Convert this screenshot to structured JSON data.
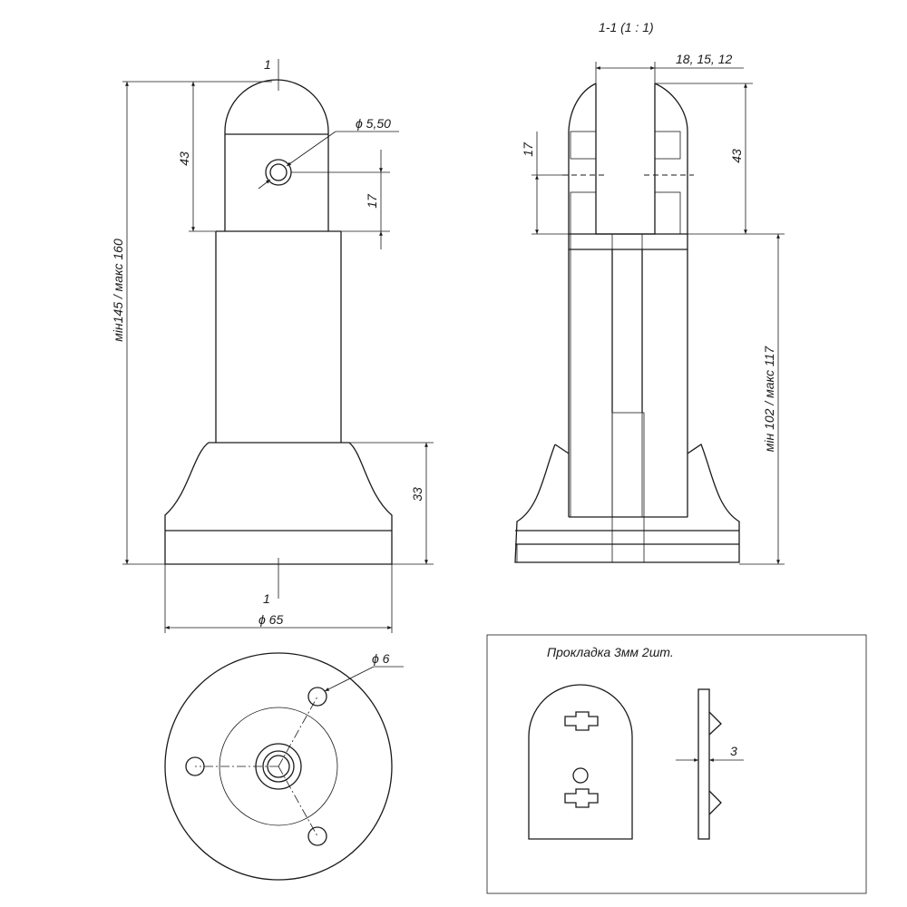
{
  "section_title": "1-1 (1 : 1)",
  "front_view": {
    "dim_top_offset": "1",
    "dim_cap_height": "43",
    "dim_hole_diameter": "ϕ 5,50",
    "dim_hole_offset": "17",
    "dim_total_height": "мін145 / макс 160",
    "dim_base_height": "33",
    "dim_bottom_offset": "1",
    "dim_base_diameter": "ϕ 65"
  },
  "section_view": {
    "dim_slot_width": "18, 15, 12",
    "dim_hole_offset": "17",
    "dim_cap_height": "43",
    "dim_body_height": "мін 102 / макс 117"
  },
  "bottom_view": {
    "dim_hole_diameter": "ϕ 6"
  },
  "gasket": {
    "label": "Прокладка   3мм   2шт.",
    "dim_thickness": "3"
  }
}
